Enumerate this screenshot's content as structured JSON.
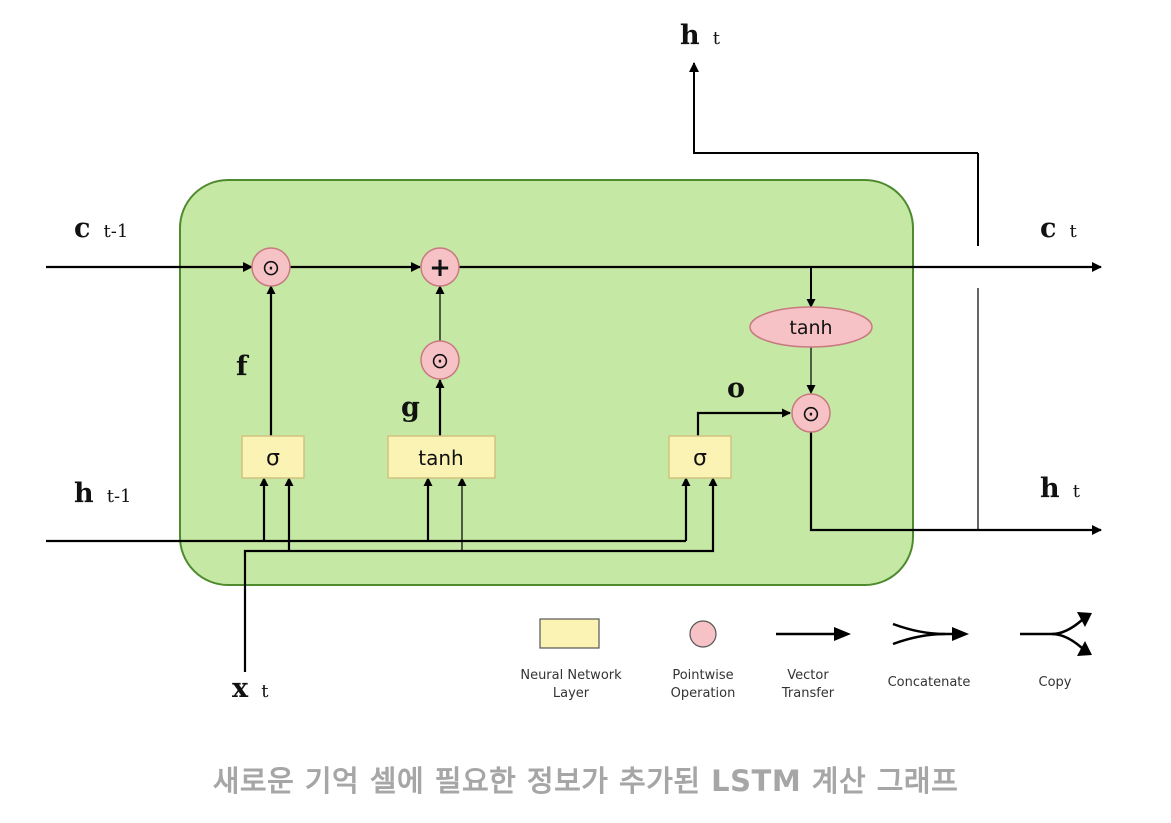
{
  "labels": {
    "c_prev": {
      "main": "c",
      "sub": "t-1"
    },
    "c_next": {
      "main": "c",
      "sub": "t"
    },
    "h_prev": {
      "main": "h",
      "sub": "t-1"
    },
    "h_next": {
      "main": "h",
      "sub": "t"
    },
    "h_top": {
      "main": "h",
      "sub": "t"
    },
    "x_in": {
      "main": "x",
      "sub": "t"
    },
    "gate_f": "f",
    "gate_g": "g",
    "gate_o": "o"
  },
  "layers": {
    "sigma_forget": "σ",
    "tanh_candidate": "tanh",
    "sigma_output": "σ",
    "tanh_cell": "tanh"
  },
  "ops": {
    "multiply_forget": "⊙",
    "add": "+",
    "multiply_input": "⊙",
    "multiply_output": "⊙"
  },
  "legend": {
    "neural_network_layer": [
      "Neural Network",
      "Layer"
    ],
    "pointwise_operation": [
      "Pointwise",
      "Operation"
    ],
    "vector_transfer": [
      "Vector",
      "Transfer"
    ],
    "concatenate": "Concatenate",
    "copy": "Copy"
  },
  "caption": "새로운 기억 셀에 필요한 정보가 추가된 LSTM 계산 그래프",
  "colors": {
    "cell_fill": "#c5e9a4",
    "cell_border": "#4e8a2e",
    "layer_fill": "#fbf3b4",
    "layer_border": "#d2c27e",
    "op_fill": "#f6c2c6",
    "op_border": "#c87a80",
    "caption": "#a6a6a6"
  }
}
